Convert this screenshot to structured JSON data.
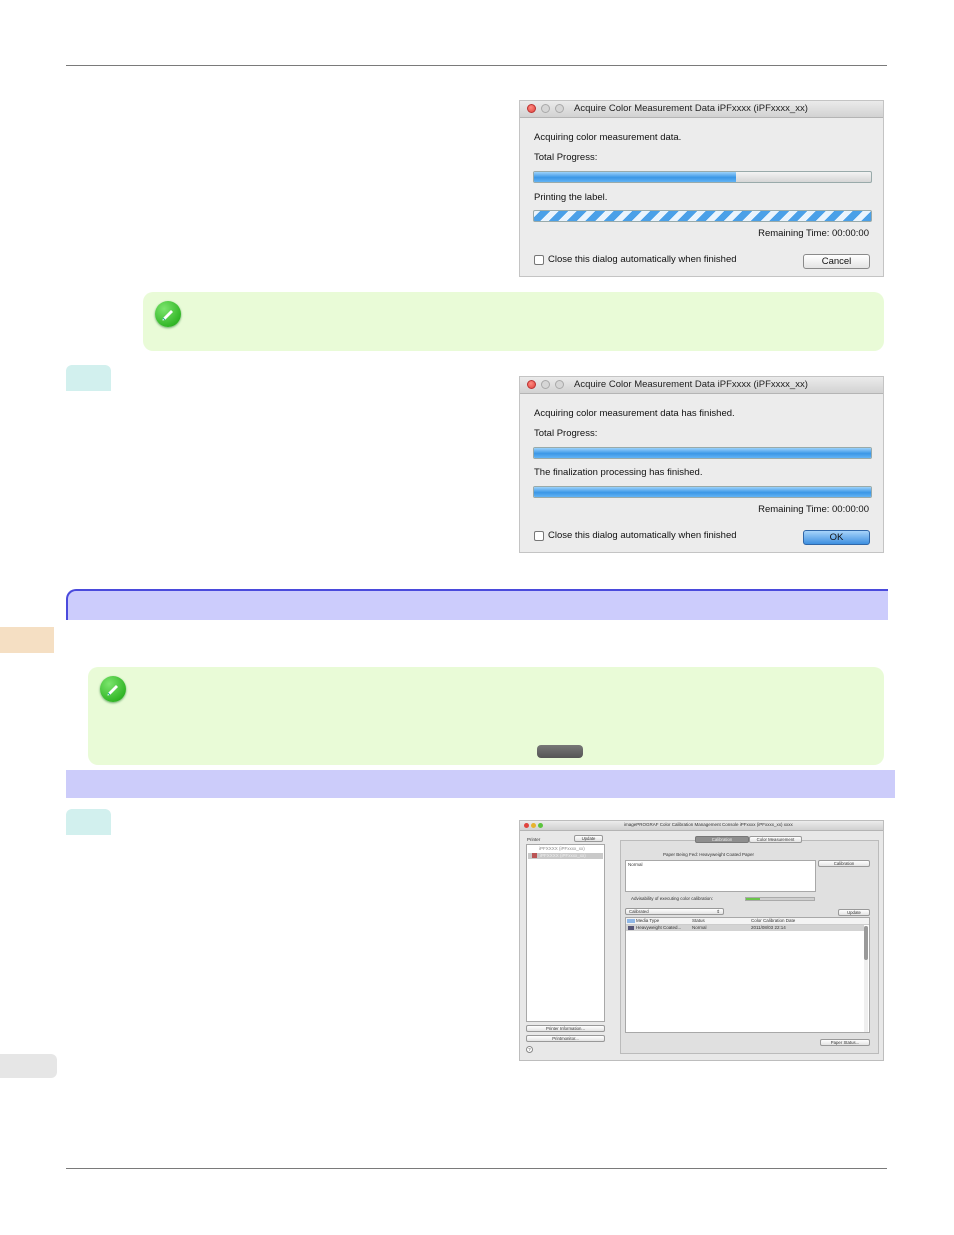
{
  "dialog1": {
    "title": "Acquire Color Measurement Data iPFxxxx (iPFxxxx_xx)",
    "status": "Acquiring color measurement data.",
    "total_progress_label": "Total Progress:",
    "total_progress_fraction": 0.6,
    "step_label": "Printing the label.",
    "remaining_time": "Remaining Time: 00:00:00",
    "auto_close_label": "Close this dialog automatically when finished",
    "cancel_label": "Cancel"
  },
  "dialog2": {
    "title": "Acquire Color Measurement Data iPFxxxx (iPFxxxx_xx)",
    "status": "Acquiring color measurement data has finished.",
    "total_progress_label": "Total Progress:",
    "total_progress_fraction": 1.0,
    "step_label": "The finalization processing has finished.",
    "step_progress_fraction": 1.0,
    "remaining_time": "Remaining Time: 00:00:00",
    "auto_close_label": "Close this dialog automatically when finished",
    "ok_label": "OK"
  },
  "console": {
    "title": "imagePROGRAF Color Calibration Management Console iPFxxxx (iPFxxxx_xx) xxxx",
    "printer_label": "Printer",
    "update_label": "Update",
    "printer_items": [
      "iPFXXXX (iPFxxxx_xx)",
      "iPFXXXX (iPFxxxx_xx)"
    ],
    "printer_info_button": "Printer Information...",
    "printmonitor_button": "Printmonitor...",
    "help": "?",
    "tabs": [
      "Calibration",
      "Color Measurement"
    ],
    "paper_being_fed": "Paper Being Fed:  Heavyweight Coated Paper",
    "calibration_button": "Calibration",
    "status_text": "Normal",
    "advisability_label": "Advisability of executing color calibration:",
    "advisability_fraction": 0.2,
    "filter_value": "Calibrated",
    "update_button": "Update",
    "columns": [
      "Media Type",
      "Status",
      "Color Calibration Date"
    ],
    "rows": [
      {
        "media": "Heavyweight Coated...",
        "status": "Normal",
        "date": "2011/08/03 22:14"
      }
    ],
    "paper_status_button": "Paper Status..."
  }
}
